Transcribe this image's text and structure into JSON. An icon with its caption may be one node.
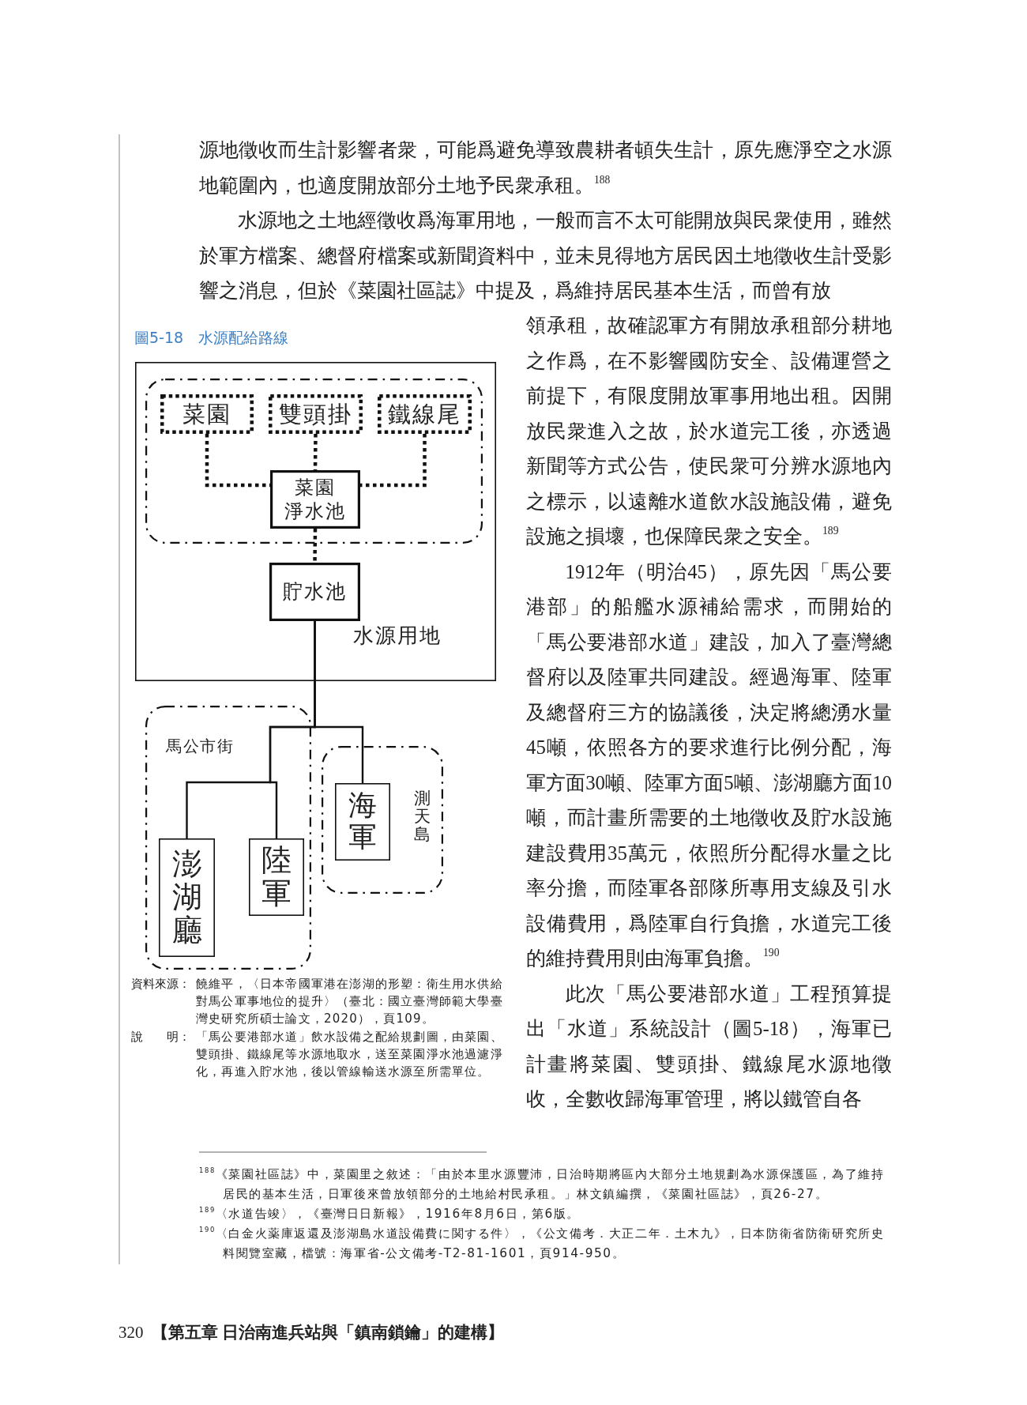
{
  "diagram": {
    "title": "圖5-18　水源配給路線",
    "nodes": [
      {
        "text": [
          "水源用地"
        ]
      },
      {
        "text": [],
        "shape": "box",
        "in": 0
      },
      {
        "text": [
          "菜園"
        ],
        "in": 1
      },
      {
        "text": [
          "雙頭掛"
        ],
        "in": 1
      },
      {
        "text": [
          "鐵線尾"
        ],
        "in": 1
      },
      {
        "text": [
          "菜園",
          "淨水池"
        ],
        "in": 1
      },
      {
        "text": [
          "貯水池"
        ],
        "in": 0
      },
      {
        "text": [
          "馬公市街"
        ]
      },
      {
        "text": [
          "測天島"
        ]
      },
      {
        "text": [
          "澎湖廳"
        ],
        "in": 7
      },
      {
        "text": [
          "陸軍"
        ],
        "in": 7
      },
      {
        "text": [
          "海軍"
        ],
        "in": 8
      }
    ],
    "edges": [
      {
        "from": 2,
        "to": 5,
        "arrow": "none",
        "style": "dashed"
      },
      {
        "from": 3,
        "to": 5,
        "arrow": "none",
        "style": "dashed"
      },
      {
        "from": 4,
        "to": 5,
        "arrow": "none",
        "style": "dashed"
      },
      {
        "from": 5,
        "to": 6,
        "arrow": "none",
        "style": "dashed"
      },
      {
        "from": 6,
        "to": 9,
        "arrow": "none"
      },
      {
        "from": 6,
        "to": 10,
        "arrow": "none"
      },
      {
        "from": 6,
        "to": 11,
        "arrow": "none"
      }
    ],
    "labels": [
      "源地徵收而生計影響者衆，可能爲避免導致農耕者頓失生計，原先應淨空之水源地範圍內，也適度開放部分土地予民衆承租。$^{188}$",
      "水源地之土地經徵收爲海軍用地，一般而言不太可能開放與民衆使用，雖然於軍方檔案、總督府檔案或新聞資料中，並未見得地方居民因土地徵收生計受影響之消息，但於《菜園社區誌》中提及，爲維持居民基本生活，而曾有放",
      "領承租，故確認軍方有開放承租部分耕地之作爲，在不影響國防安全、設備運營之前提下，有限度開放軍事用地出租。因開放民衆進入之故，於水道完工後，亦透過新聞等方式公告，使民衆可分辨水源地內之標示，以遠離水道飲水設施設備，避免設施之損壞，也保障民衆之安全。$^{189}$",
      "1912年（明治45），原先因「馬公要港部」的船艦水源補給需求，而開始的「馬公要港部水道」建設，加入了臺灣總督府以及陸軍共同建設。經過海軍、陸軍及總督府三方的協議後，決定將總湧水量45噸，依照各方的要求進行比例分配，海軍方面30噸、陸軍方面5噸、澎湖廳方面10噸，而計畫所需要的土地徵收及貯水設施建設費用35萬元，依照所分配得水量之比率分擔，而陸軍各部隊所專用支線及引水設備費用，爲陸軍自行負擔，水道完工後的維持費用則由海軍負擔。$^{190}$",
      "此次「馬公要港部水道」工程預算提出「水道」系統設計（圖5-18），海軍已計畫將菜園、雙頭掛、鐵線尾水源地徵收，全數收歸海軍管理，將以鐵管自各",
      "資料來源：",
      "饒維平，〈日本帝國軍港在澎湖的形塑：衛生用水供給對馬公軍事地位的提升〉（臺北：國立臺灣師範大學臺灣史研究所碩士論文，2020），頁109。",
      "說　　明：",
      "「馬公要港部水道」飲水設備之配給規劃圖，由菜園、雙頭掛、鐵線尾等水源地取水，送至菜園淨水池過濾淨化，再進入貯水池，後以管線輸送水源至所需單位。",
      "$^{188}$《菜園社區誌》中，菜園里之敘述：「由於本里水源豐沛，日治時期將區內大部分土地規劃為水源保護區，為了維持居民的基本生活，日軍後來曾放領部分的土地給村民承租。」林文鎮編撰，《菜園社區誌》，頁26-27。",
      "$^{189}$〈水道告竣〉，《臺灣日日新報》，1916年8月6日，第6版。",
      "$^{190}$〈白金火薬庫返還及澎湖島水道設備費に関する件〉，《公文備考．大正二年．土木九》，日本防衛省防衛研究所史料閱覽室藏，檔號：海軍省-公文備考-T2-81-1601，頁914-950。",
      "320",
      "【第五章 日治南進兵站與「鎮南鎖鑰」的建構】"
    ]
  }
}
